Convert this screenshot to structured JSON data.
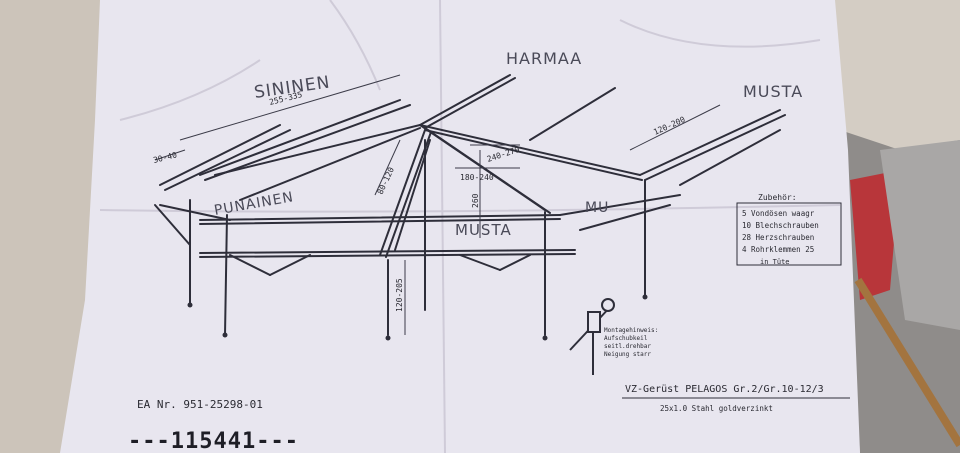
{
  "handwritten_labels": {
    "left_top": "SININEN",
    "top_center": "HARMAA",
    "right_top": "MUSTA",
    "left_mid": "PUNAINEN",
    "center_mid": "MUSTA",
    "right_mid": "MU"
  },
  "dimensions": {
    "d1": "255-335",
    "d2": "30-40",
    "d3": "120-200",
    "d4": "180-240",
    "d5": "260",
    "d6": "120-205",
    "d7": "80-120",
    "d8": "240-270"
  },
  "accessories": {
    "title": "Zubehör:",
    "items": [
      "5 Vondösen waagr",
      "10 Blechschrauben",
      "28 Herzschrauben",
      "4 Rohrklemmen 25"
    ],
    "footer": "in Tüte"
  },
  "detail_notes": [
    "Montagehinweis:",
    "Aufschubkeil",
    "seitl.drehbar",
    "Neigung starr"
  ],
  "product": {
    "title": "VZ-Gerüst PELAGOS Gr.2/Gr.10-12/3",
    "material": "25x1.0 Stahl goldverzinkt"
  },
  "ea_number": "EA Nr. 951-25298-01",
  "serial": "---115441---"
}
